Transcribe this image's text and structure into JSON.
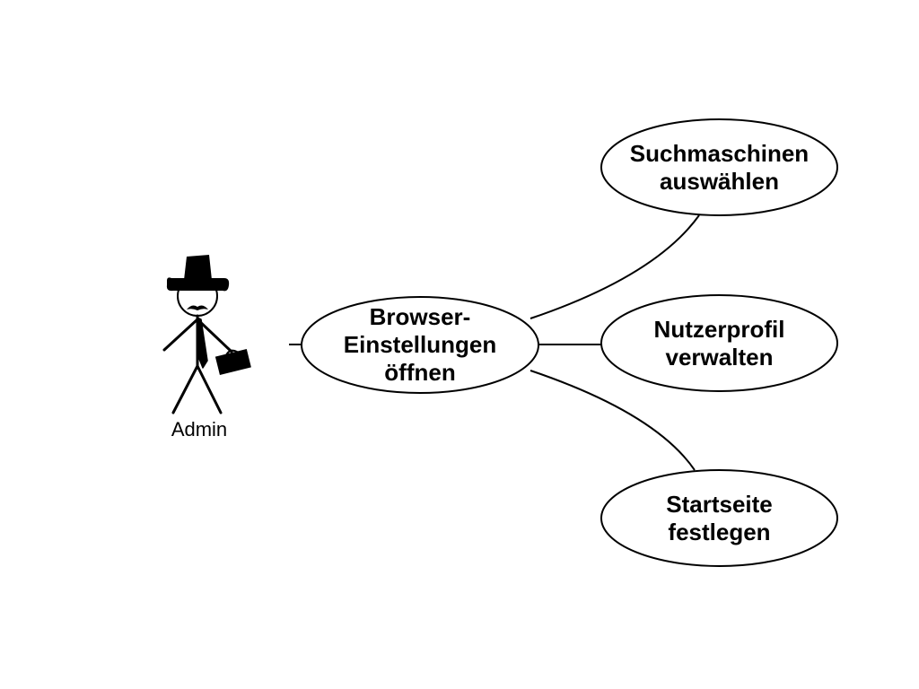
{
  "actor": {
    "name": "Admin",
    "icon": "stick-figure-with-hat-mustache-briefcase"
  },
  "use_cases": {
    "main": "Browser-\nEinstellungen\nöffnen",
    "search_engine": "Suchmaschinen\nauswählen",
    "user_profile": "Nutzerprofil\nverwalten",
    "homepage": "Startseite\nfestlegen"
  },
  "colors": {
    "stroke": "#000000",
    "fill": "#ffffff",
    "text": "#000000"
  }
}
